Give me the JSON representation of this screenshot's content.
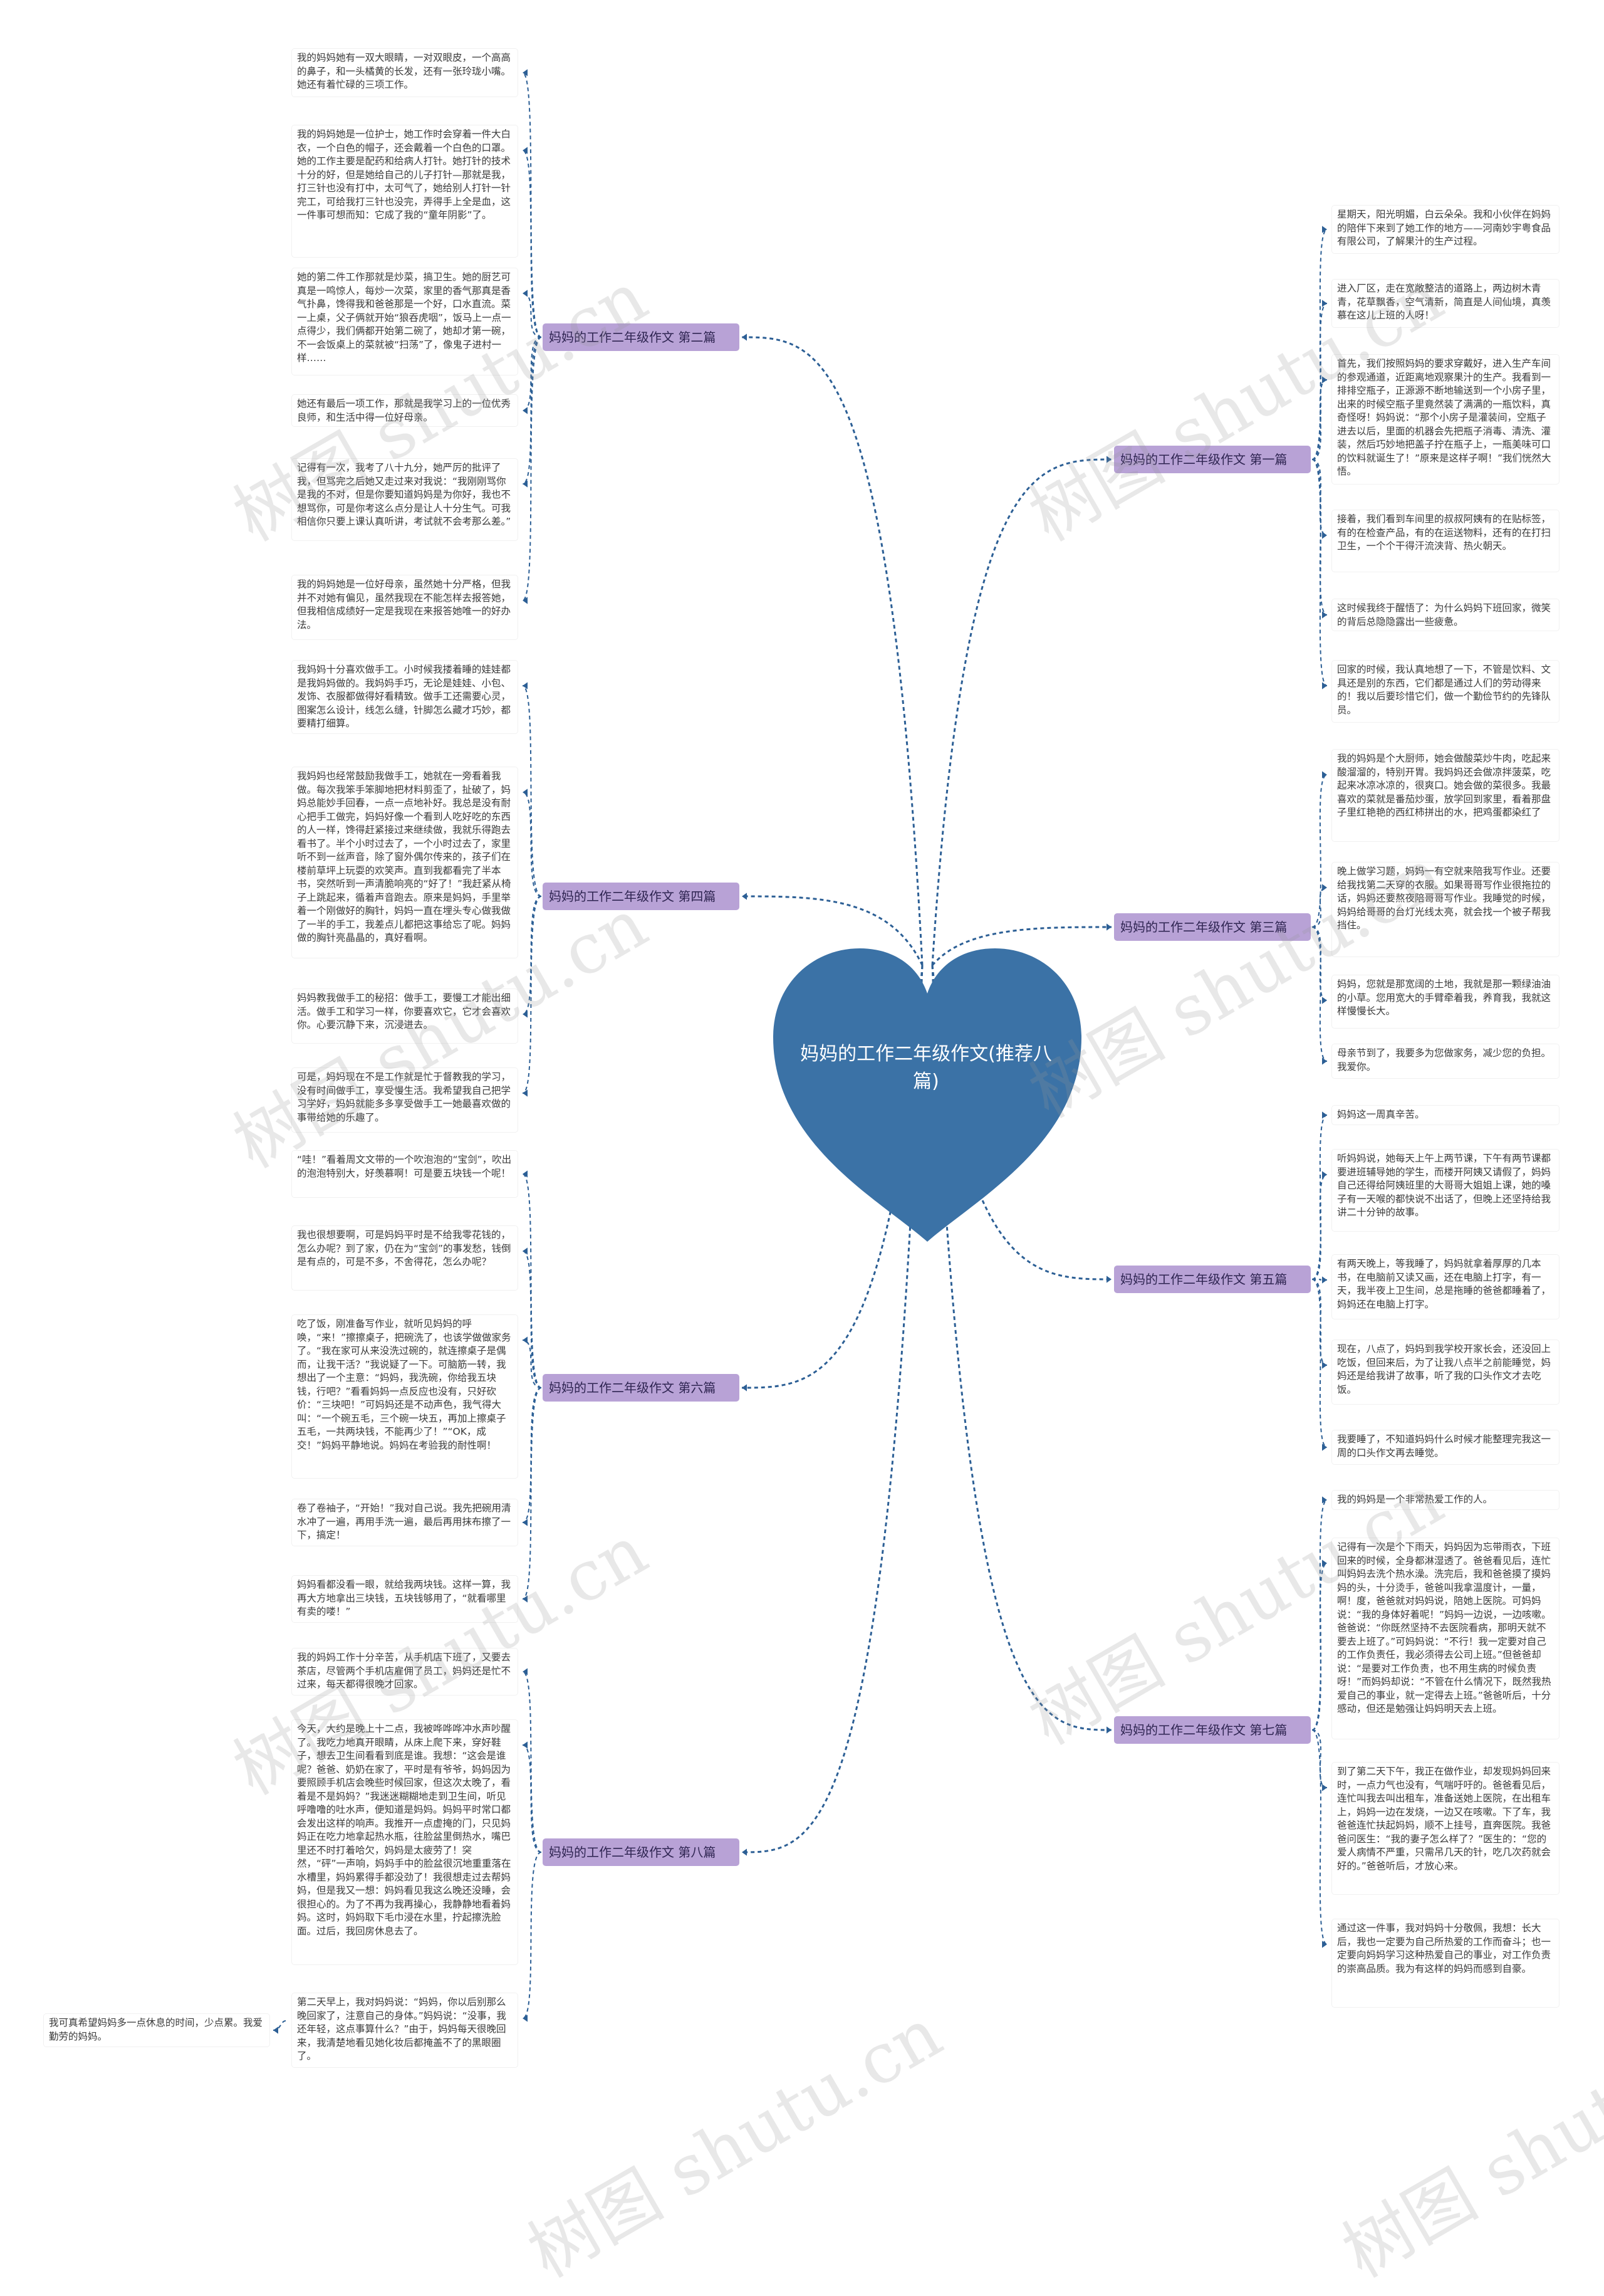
{
  "center": {
    "title": "妈妈的工作二年级作文(推荐八篇)"
  },
  "branches": [
    {
      "label": "妈妈的工作二年级作文 第二篇",
      "leaves": [
        "我的妈妈她有一双大眼睛，一对双眼皮，一个高高的鼻子，和一头橘黄的长发，还有一张玲珑小嘴。她还有着忙碌的三项工作。",
        "我的妈妈她是一位护士，她工作时会穿着一件大白衣，一个白色的帽子，还会戴着一个白色的口罩。她的工作主要是配药和给病人打针。她打针的技术十分的好，但是她给自己的儿子打针—那就是我，打三针也没有打中，太可气了，她给别人打针一针完工，可给我打三针也没完，弄得手上全是血，这一件事可想而知：它成了我的“童年阴影”了。",
        "她的第二件工作那就是炒菜，搞卫生。她的厨艺可真是一鸣惊人，每炒一次菜，家里的香气那真是香气扑鼻，馋得我和爸爸那是一个好，口水直流。菜一上桌，父子俩就开始“狼吞虎咽”，饭马上一点一点得少，我们俩都开始第二碗了，她却才第一碗，不一会饭桌上的菜就被“扫荡”了，像鬼子进村一样……",
        "她还有最后一项工作，那就是我学习上的一位优秀良师，和生活中得一位好母亲。",
        "记得有一次，我考了八十九分，她严厉的批评了我，但骂完之后她又走过来对我说：“我刚刚骂你是我的不对，但是你要知道妈妈是为你好，我也不想骂你，可是你考这么点分是让人十分生气。可我相信你只要上课认真听讲，考试就不会考那么差。”",
        "我的妈妈她是一位好母亲，虽然她十分严格，但我并不对她有偏见，虽然我现在不能怎样去报答她，但我相信成绩好一定是我现在来报答她唯一的好办法。"
      ]
    },
    {
      "label": "妈妈的工作二年级作文 第四篇",
      "leaves": [
        "我妈妈十分喜欢做手工。小时候我搂着睡的娃娃都是我妈妈做的。我妈妈手巧，无论是娃娃、小包、发饰、衣服都做得好看精致。做手工还需要心灵，图案怎么设计，线怎么缝，针脚怎么藏才巧妙，都要精打细算。",
        "我妈妈也经常鼓励我做手工，她就在一旁看着我做。每次我笨手笨脚地把材料剪歪了，扯破了，妈妈总能妙手回春，一点一点地补好。我总是没有耐心把手工做完，妈妈好像一个看到人吃好吃的东西的人一样，馋得赶紧接过来继续做，我就乐得跑去看书了。半个小时过去了，一个小时过去了，家里听不到一丝声音，除了窗外偶尔传来的，孩子们在楼前草坪上玩耍的欢笑声。直到我都看完了半本书，突然听到一声清脆响亮的“好了！”我赶紧从椅子上跳起来，循着声音跑去。原来是妈妈，手里举着一个刚做好的胸针，妈妈一直在埋头专心做我做了一半的手工，我差点儿都把这事给忘了呢。妈妈做的胸针亮晶晶的，真好看啊。",
        "妈妈教我做手工的秘招：做手工，要慢工才能出细活。做手工和学习一样，你要喜欢它，它才会喜欢你。心要沉静下来，沉浸进去。",
        "可是，妈妈现在不是工作就是忙于督教我的学习，没有时间做手工，享受慢生活。我希望我自己把学习学好，妈妈就能多多享受做手工一她最喜欢做的事带给她的乐趣了。"
      ]
    },
    {
      "label": "妈妈的工作二年级作文 第六篇",
      "leaves": [
        "“哇！”看着周文文带的一个吹泡泡的“宝剑”，吹出的泡泡特别大，好羡慕啊！可是要五块钱一个呢！",
        "我也很想要啊，可是妈妈平时是不给我零花钱的，怎么办呢？到了家，仍在为“宝剑”的事发愁，钱倒是有点的，可是不多，不舍得花，怎么办呢？",
        "吃了饭，刚准备写作业，就听见妈妈的呼唤，“来！”擦擦桌子，把碗洗了，也该学做做家务了。“我在家可从来没洗过碗的，就连擦桌子是偶而，让我干活？”我说疑了一下。可脑筋一转，我想出了一个主意：“妈妈，我洗碗，你给我五块钱，行吧？”看看妈妈一点反应也没有，只好砍价：“三块吧！”可妈妈还是不动声色，我气得大叫：“一个碗五毛，三个碗一块五，再加上擦桌子五毛，一共两块钱，不能再少了！”“OK，成交！”妈妈平静地说。妈妈在考验我的耐性啊！",
        "卷了卷袖子，“开始！”我对自己说。我先把碗用清水冲了一遍，再用手洗一遍，最后再用抹布擦了一下，搞定！",
        "妈妈看都没看一眼，就给我两块钱。这样一算，我再大方地拿出三块钱，五块钱够用了，“就看哪里有卖的喽！”"
      ]
    },
    {
      "label": "妈妈的工作二年级作文 第八篇",
      "leaves": [
        "我的妈妈工作十分辛苦，从手机店下班了，又要去茶店，尽管两个手机店雇佣了员工，妈妈还是忙不过来，每天都得很晚才回家。",
        "今天，大约是晚上十二点，我被哗哗哗冲水声吵醒了。我吃力地真开眼睛，从床上爬下来，穿好鞋子，想去卫生间看看到底是谁。我想：“这会是谁呢？爸爸、奶奶在家了，平时是有爷爷，妈妈因为要照顾手机店会晚些时候回家，但这次太晚了，看着是不是妈妈？”我迷迷糊糊地走到卫生间，听见呼噜噜的吐水声，便知道是妈妈。妈妈平时常口都会发出这样的响声。我推开一点虚掩的门，只见妈妈正在吃力地拿起热水瓶，往脸盆里倒热水，嘴巴里还不时打着哈欠，妈妈是太疲劳了！突然，“砰”一声响，妈妈手中的脸盆很沉地重重落在水槽里，妈妈累得手都没劲了！我很想走过去帮妈妈，但是我又一想：妈妈看见我这么晚还没睡，会很担心的。为了不再为我再操心，我静静地看着妈妈。这时，妈妈取下毛巾浸在水里，拧起擦洗脸面。过后，我回房休息去了。",
        "第二天早上，我对妈妈说：“妈妈，你以后别那么晚回家了，注意自己的身体。”妈妈说：“没事，我还年轻，这点事算什么？”由于，妈妈每天很晚回来，我清楚地看见她化妆后都掩盖不了的黑眼圈了。"
      ],
      "extra_leaf": "我可真希望妈妈多一点休息的时间，少点累。我爱勤劳的妈妈。"
    },
    {
      "label": "妈妈的工作二年级作文 第一篇",
      "leaves": [
        "星期天，阳光明媚，白云朵朵。我和小伙伴在妈妈的陪伴下来到了她工作的地方——河南妙宇粤食品有限公司，了解果汁的生产过程。",
        "进入厂区，走在宽敞整洁的道路上，两边树木青青，花草飘香，空气清新，简直是人间仙境，真羡慕在这儿上班的人呀！",
        "首先，我们按照妈妈的要求穿戴好，进入生产车间的参观通道，近距离地观察果汁的生产。我看到一排排空瓶子，正源源不断地输送到一个小房子里，出来的时候空瓶子里竟然装了满满的一瓶饮料，真奇怪呀！妈妈说：“那个小房子是灌装间，空瓶子进去以后，里面的机器会先把瓶子消毒、清洗、灌装，然后巧妙地把盖子拧在瓶子上，一瓶美味可口的饮料就诞生了！”原来是这样子啊！”我们恍然大悟。",
        "接着，我们看到车间里的叔叔阿姨有的在贴标签，有的在检查产品，有的在运送物料，还有的在打扫卫生，一个个干得汗流浃背、热火朝天。",
        "这时候我终于醒悟了：为什么妈妈下班回家，微笑的背后总隐隐露出一些疲惫。",
        "回家的时候，我认真地想了一下，不管是饮料、文具还是别的东西，它们都是通过人们的劳动得来的！我以后要珍惜它们，做一个勤俭节约的先锋队员。"
      ]
    },
    {
      "label": "妈妈的工作二年级作文 第三篇",
      "leaves": [
        "我的妈妈是个大厨师，她会做酸菜炒牛肉，吃起来酸溜溜的，特别开胃。我妈妈还会做凉拌菠菜，吃起来冰凉冰凉的，很爽口。她会做的菜很多。我最喜欢的菜就是番茄炒蛋，放学回到家里，看着那盘子里红艳艳的西红柿拼出的水，把鸡蛋都染红了",
        "晚上做学习题，妈妈一有空就来陪我写作业。还要给我找第二天穿的衣服。如果哥哥写作业很拖拉的话，妈妈还要熬夜陪哥哥写作业。我睡觉的时候，妈妈给哥哥的台灯光线太亮，就会找一个被子帮我挡住。",
        "妈妈，您就是那宽阔的土地，我就是那一颗绿油油的小草。您用宽大的手臂牵着我，养育我，我就这样慢慢长大。",
        "母亲节到了，我要多为您做家务，减少您的负担。我爱你。"
      ]
    },
    {
      "label": "妈妈的工作二年级作文 第五篇",
      "leaves": [
        "妈妈这一周真辛苦。",
        "听妈妈说，她每天上午上两节课，下午有两节课都要进班辅导她的学生，而楼开阿姨又请假了，妈妈自己还得给阿姨班里的大哥哥大姐姐上课，她的嗓子有一天喉的都快说不出话了，但晚上还坚持给我讲二十分钟的故事。",
        "有两天晚上，等我睡了，妈妈就拿着厚厚的几本书，在电脑前又读又画，还在电脑上打字，有一天，我半夜上卫生间，总是拖睡的爸爸都睡着了，妈妈还在电脑上打字。",
        "现在，八点了，妈妈到我学校开家长会，还没回上吃饭，但回来后，为了让我八点半之前能睡觉，妈妈还是给我讲了故事，听了我的口头作文才去吃饭。",
        "我要睡了，不知道妈妈什么时候才能整理完我这一周的口头作文再去睡觉。"
      ]
    },
    {
      "label": "妈妈的工作二年级作文 第七篇",
      "leaves": [
        "我的妈妈是一个非常热爱工作的人。",
        "记得有一次是个下雨天，妈妈因为忘带雨衣，下班回来的时候，全身都淋湿透了。爸爸看见后，连忙叫妈妈去洗个热水澡。洗完后，我和爸爸摸了摸妈妈的头，十分烫手，爸爸叫我拿温度计，一量，啊！度，爸爸就对妈妈说，陪她上医院。可妈妈说：“我的身体好着呢！”妈妈一边说，一边咳嗽。爸爸说：“你既然坚持不去医院看病，那明天就不要去上班了。”可妈妈说：“不行！我一定要对自己的工作负责任，我必须得去公司上班。”但爸爸却说：“是要对工作负责，也不用生病的时候负责呀！”而妈妈却说：“不管在什么情况下，既然我热爱自己的事业，就一定得去上班。”爸爸听后，十分感动，但还是勉强让妈妈明天去上班。",
        "到了第二天下午，我正在做作业，却发现妈妈回来时，一点力气也没有，气喘吁吁的。爸爸看见后，连忙叫我去叫出租车，准备送她上医院，在出租车上，妈妈一边在发烧，一边又在咳嗽。下了车，我爸爸连忙扶起妈妈，顺不上挂号，直奔医院。我爸爸问医生：“我的妻子怎么样了？”医生的：“您的爱人病情不严重，只需吊几天的针，吃几次药就会好的。”爸爸听后，才放心来。",
        "通过这一件事，我对妈妈十分敬佩，我想：长大后，我也一定要为自己所热爱的工作而奋斗；也一定要向妈妈学习这种热爱自己的事业，对工作负责的崇高品质。我为有这样的妈妈而感到自豪。"
      ]
    }
  ],
  "watermark": "树图 shutu.cn"
}
